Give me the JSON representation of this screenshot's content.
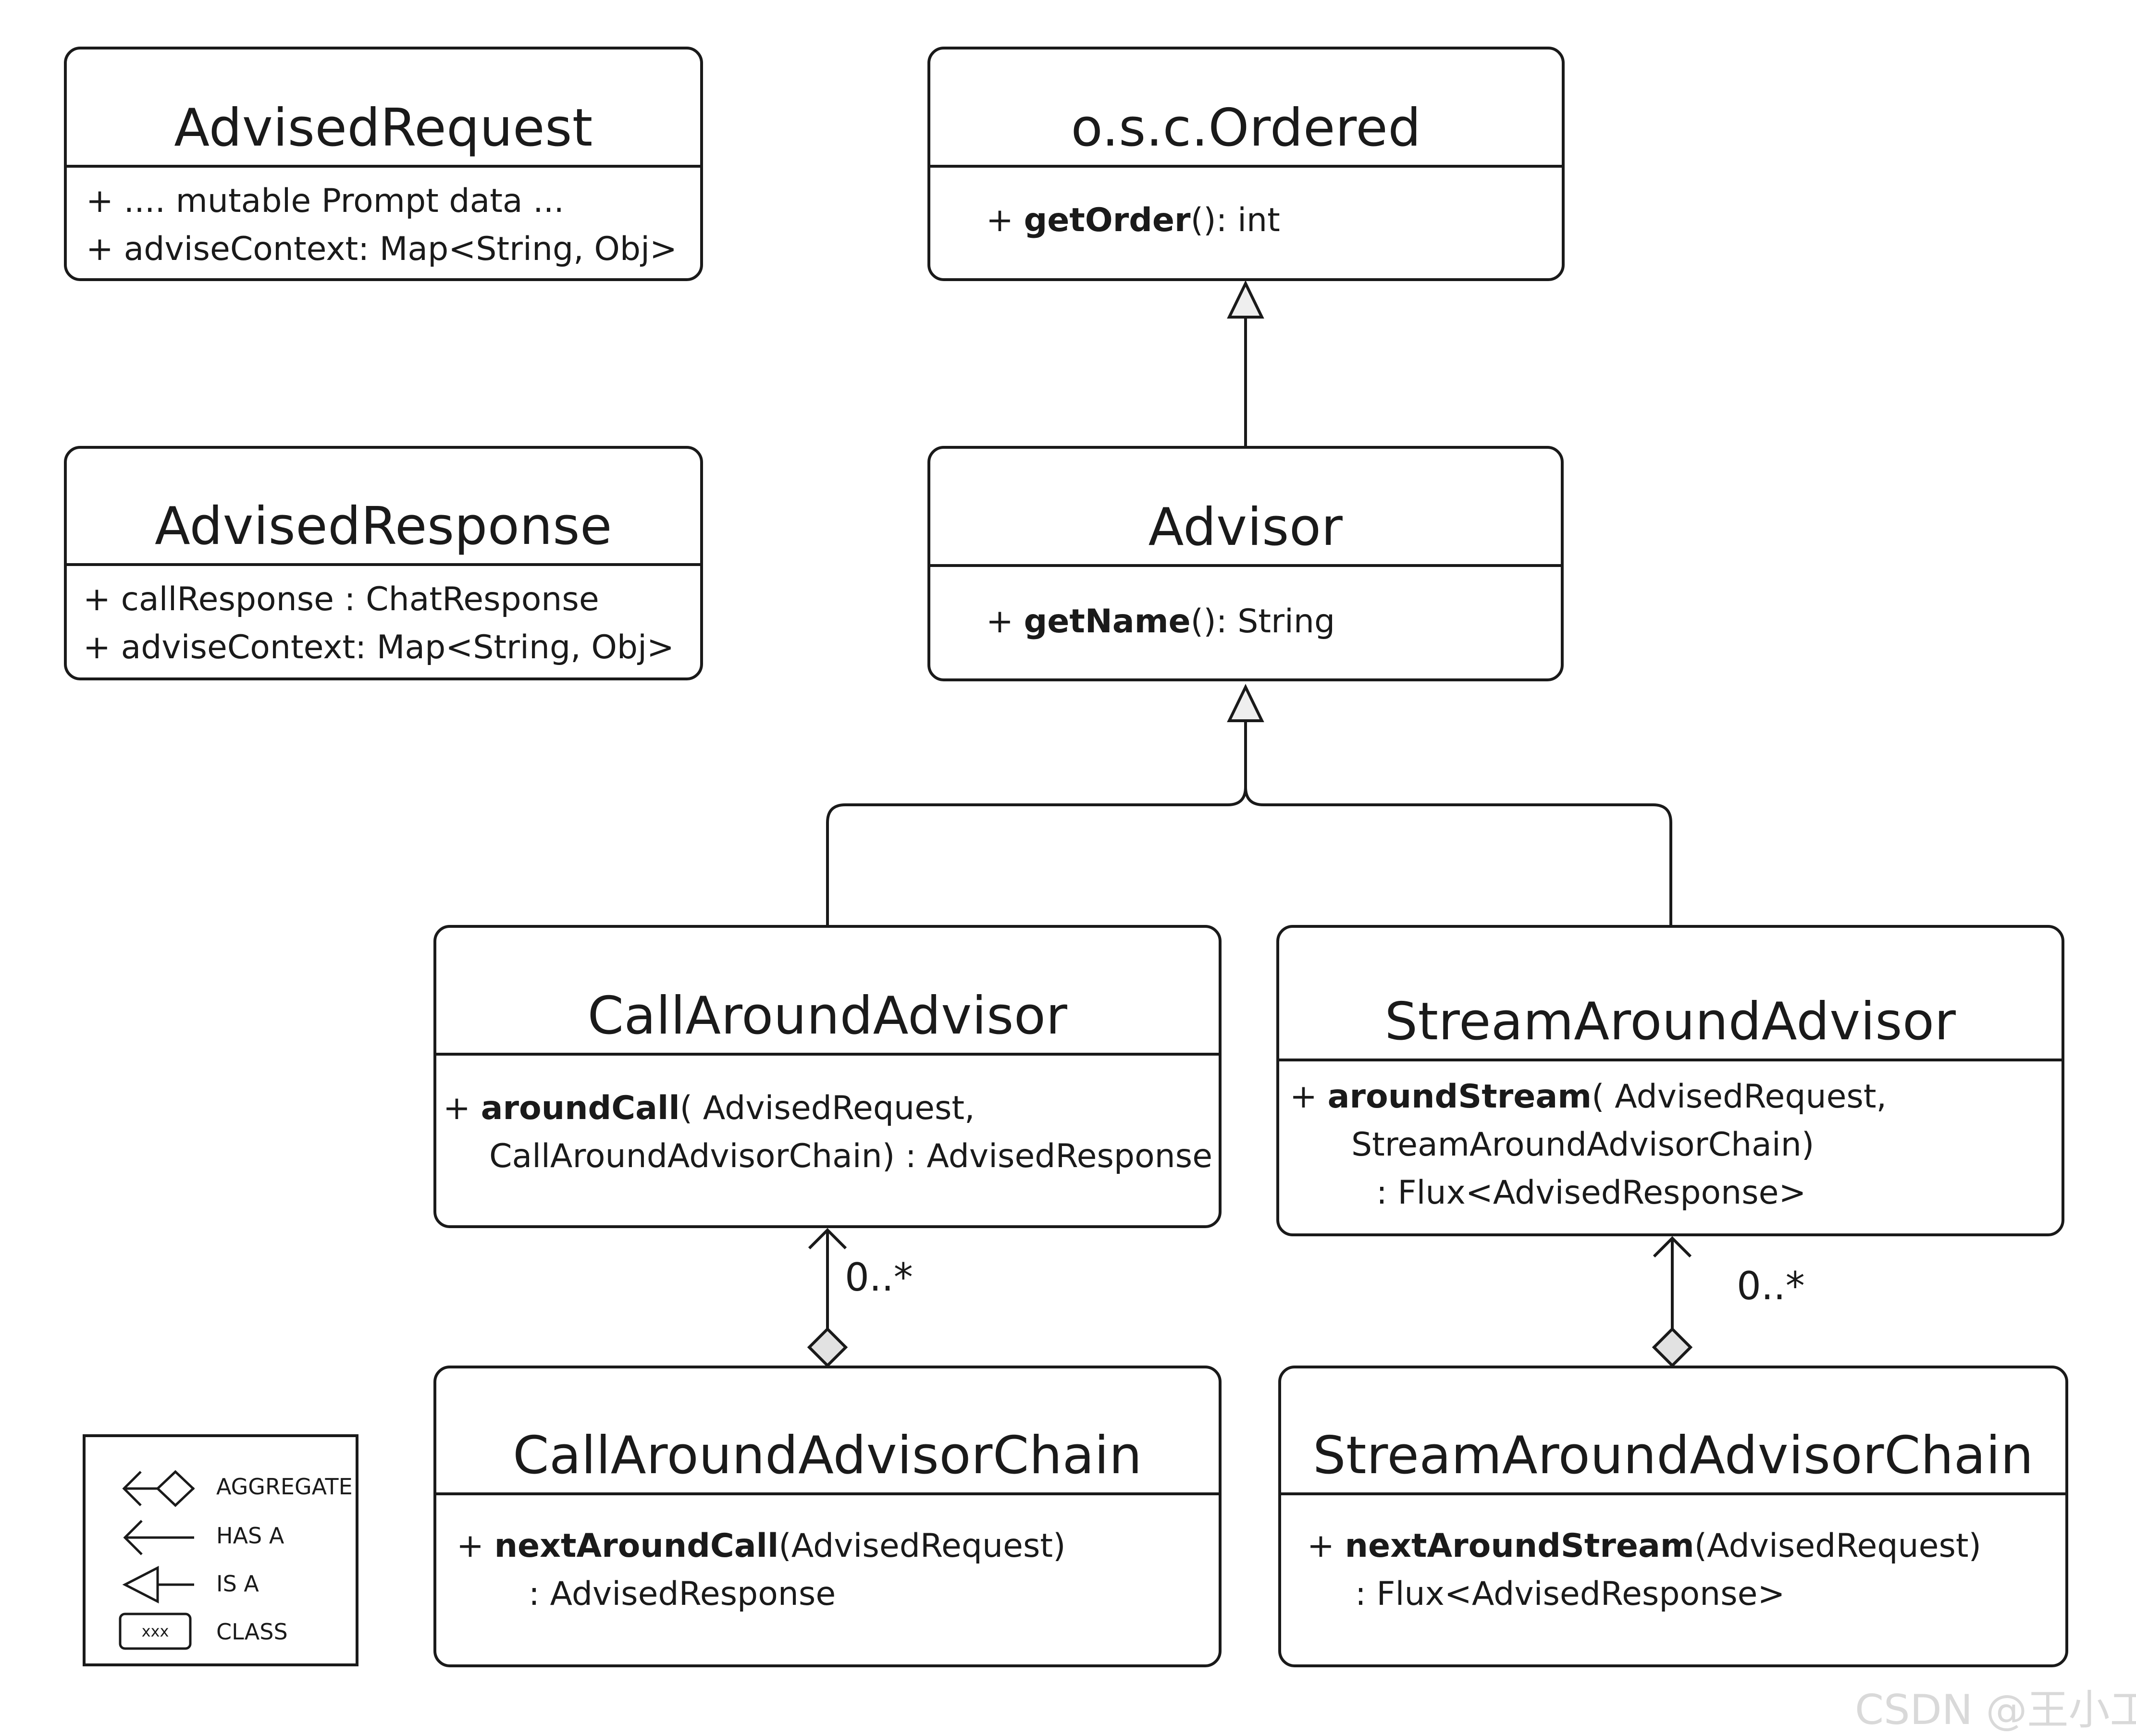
{
  "classes": {
    "advised_request": {
      "name": "AdvisedRequest",
      "lines": [
        "+ .... mutable Prompt data ...",
        "+ adviseContext: Map<String, Obj>"
      ]
    },
    "advised_response": {
      "name": "AdvisedResponse",
      "lines": [
        "+ callResponse : ChatResponse",
        "+ adviseContext: Map<String, Obj>"
      ]
    },
    "ordered": {
      "name": "o.s.c.Ordered",
      "method": {
        "prefix": "+ ",
        "name": "getOrder",
        "suffix": "(): int"
      }
    },
    "advisor": {
      "name": "Advisor",
      "method": {
        "prefix": "+ ",
        "name": "getName",
        "suffix": "(): String"
      }
    },
    "call_around_advisor": {
      "name": "CallAroundAdvisor",
      "method": {
        "prefix": "+ ",
        "name": "aroundCall",
        "suffix": "( AdvisedRequest,"
      },
      "cont": [
        "CallAroundAdvisorChain) : AdvisedResponse"
      ]
    },
    "stream_around_advisor": {
      "name": "StreamAroundAdvisor",
      "method": {
        "prefix": "+ ",
        "name": "aroundStream",
        "suffix": "( AdvisedRequest,"
      },
      "cont": [
        "StreamAroundAdvisorChain)",
        ": Flux<AdvisedResponse>"
      ]
    },
    "call_around_advisor_chain": {
      "name": "CallAroundAdvisorChain",
      "method": {
        "prefix": "+ ",
        "name": "nextAroundCall",
        "suffix": "(AdvisedRequest)"
      },
      "cont": [
        ": AdvisedResponse"
      ]
    },
    "stream_around_advisor_chain": {
      "name": "StreamAroundAdvisorChain",
      "method": {
        "prefix": "+ ",
        "name": "nextAroundStream",
        "suffix": "(AdvisedRequest)"
      },
      "cont": [
        ": Flux<AdvisedResponse>"
      ]
    }
  },
  "multiplicities": {
    "call": "0..*",
    "stream": "0..*"
  },
  "legend": {
    "aggregate": "AGGREGATE",
    "has_a": "HAS A",
    "is_a": "IS A",
    "class": "CLASS",
    "class_sample": "xxx"
  },
  "watermark": "CSDN @王小工"
}
